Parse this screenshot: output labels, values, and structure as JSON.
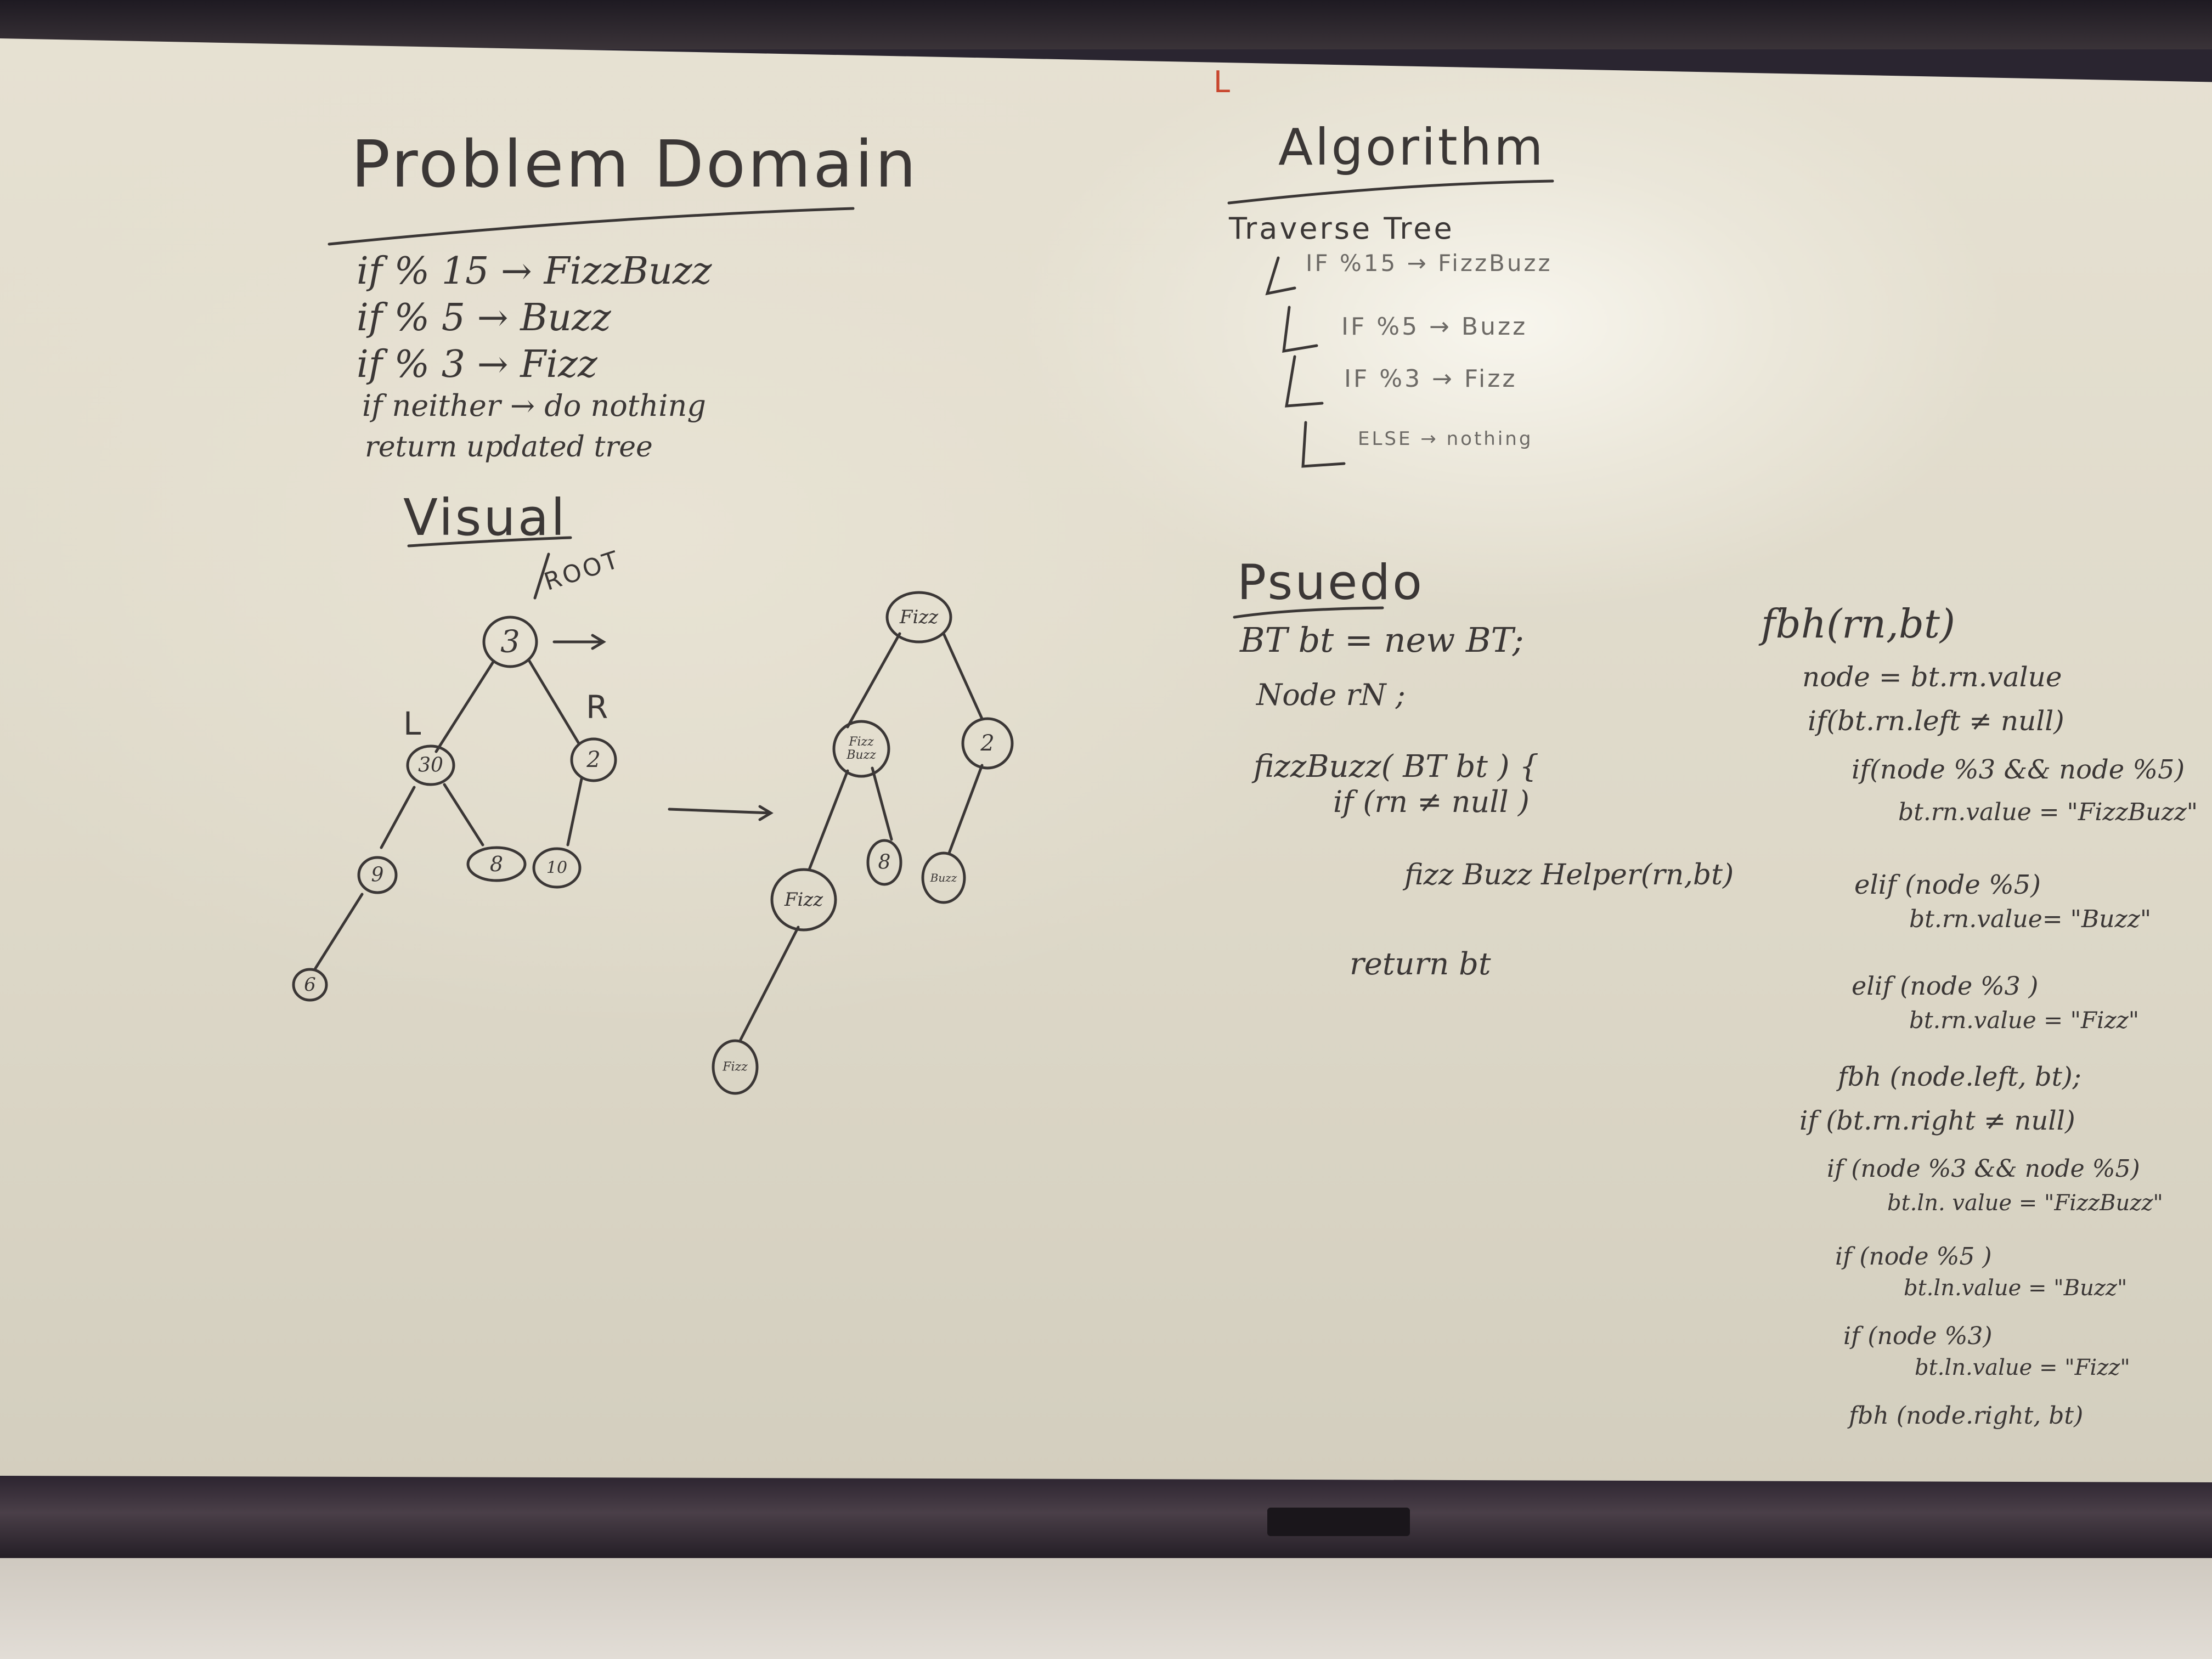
{
  "problem_domain": {
    "title": "Problem Domain",
    "items": [
      "if % 15 → FizzBuzz",
      "if % 5 → Buzz",
      "if % 3 → Fizz",
      "if neither → do nothing",
      "return updated tree"
    ]
  },
  "visual": {
    "title": "Visual",
    "root_label": "ROOT",
    "left_label": "L",
    "right_label": "R",
    "tree_before": [
      "3",
      "30",
      "2",
      "9",
      "8",
      "10",
      "6"
    ],
    "tree_after": [
      "Fizz",
      "Fizz Buzz",
      "2",
      "Fizz",
      "8",
      "Buzz",
      "Fizz"
    ]
  },
  "algorithm": {
    "title": "Algorithm",
    "traverse": "Traverse Tree",
    "steps": [
      "IF %15 → FizzBuzz",
      "IF %5 → Buzz",
      "IF %3 → Fizz",
      "ELSE → nothing"
    ]
  },
  "pseudo": {
    "title": "Psuedo",
    "lines": [
      "BT bt = new BT;",
      "Node rN ;",
      "fizzBuzz( BT bt ) {",
      "if (rn ≠ null )",
      "fizz Buzz Helper(rn,bt)",
      "return bt"
    ]
  },
  "helper": {
    "lines": [
      "fbh(rn,bt)",
      "node = bt.rn.value",
      "if(bt.rn.left ≠ null)",
      "if(node %3 && node %5)",
      "bt.rn.value = \"FizzBuzz\"",
      "elif (node %5)",
      "bt.rn.value= \"Buzz\"",
      "elif (node %3 )",
      "bt.rn.value = \"Fizz\"",
      "fbh (node.left, bt);",
      "if (bt.rn.right ≠ null)",
      "if (node %3 && node %5)",
      "bt.ln. value = \"FizzBuzz\"",
      "if (node %5 )",
      "bt.ln.value = \"Buzz\"",
      "if (node %3)",
      "bt.ln.value = \"Fizz\"",
      "fbh (node.right, bt)"
    ]
  },
  "marks": {
    "red_l": "L"
  },
  "colors": {
    "ink": "#3b3736",
    "board": "#e6e1d2",
    "frame": "#2a2530",
    "red": "#c8452d"
  }
}
